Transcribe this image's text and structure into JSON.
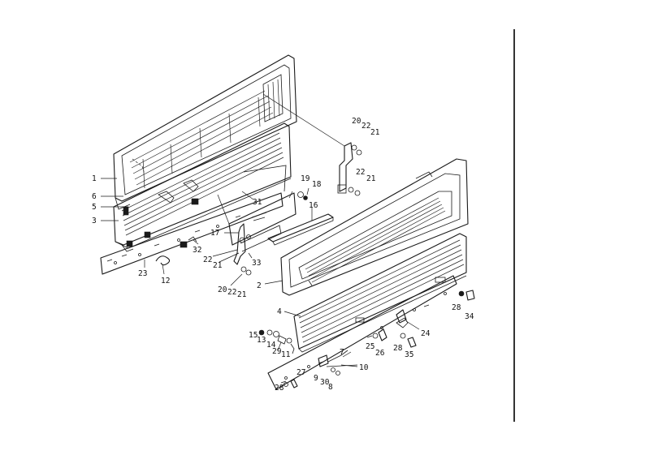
{
  "callouts": [
    {
      "id": "c1",
      "text": "1"
    },
    {
      "id": "c6",
      "text": "6"
    },
    {
      "id": "c5",
      "text": "5"
    },
    {
      "id": "c3",
      "text": "3"
    },
    {
      "id": "c31",
      "text": "31"
    },
    {
      "id": "c32",
      "text": "32"
    },
    {
      "id": "c23",
      "text": "23"
    },
    {
      "id": "c12",
      "text": "12"
    },
    {
      "id": "c17",
      "text": "17"
    },
    {
      "id": "c22a",
      "text": "22"
    },
    {
      "id": "c21a",
      "text": "21"
    },
    {
      "id": "c33",
      "text": "33"
    },
    {
      "id": "c20a",
      "text": "20"
    },
    {
      "id": "c22b",
      "text": "22"
    },
    {
      "id": "c21b",
      "text": "21"
    },
    {
      "id": "c19",
      "text": "19"
    },
    {
      "id": "c18",
      "text": "18"
    },
    {
      "id": "c16",
      "text": "16"
    },
    {
      "id": "c20b",
      "text": "20"
    },
    {
      "id": "c22c",
      "text": "22"
    },
    {
      "id": "c21c",
      "text": "21"
    },
    {
      "id": "c22d",
      "text": "22"
    },
    {
      "id": "c21d",
      "text": "21"
    },
    {
      "id": "c2",
      "text": "2"
    },
    {
      "id": "c4",
      "text": "4"
    },
    {
      "id": "c28a",
      "text": "28"
    },
    {
      "id": "c34",
      "text": "34"
    },
    {
      "id": "c24",
      "text": "24"
    },
    {
      "id": "c15",
      "text": "15"
    },
    {
      "id": "c13",
      "text": "13"
    },
    {
      "id": "c14",
      "text": "14"
    },
    {
      "id": "c29",
      "text": "29"
    },
    {
      "id": "c11",
      "text": "11"
    },
    {
      "id": "c25",
      "text": "25"
    },
    {
      "id": "c26",
      "text": "26"
    },
    {
      "id": "c28b",
      "text": "28"
    },
    {
      "id": "c35",
      "text": "35"
    },
    {
      "id": "c7",
      "text": "7"
    },
    {
      "id": "c10",
      "text": "10"
    },
    {
      "id": "c9",
      "text": "9"
    },
    {
      "id": "c30",
      "text": "30"
    },
    {
      "id": "c8",
      "text": "8"
    },
    {
      "id": "c27",
      "text": "27"
    },
    {
      "id": "c28c",
      "text": "28"
    }
  ]
}
